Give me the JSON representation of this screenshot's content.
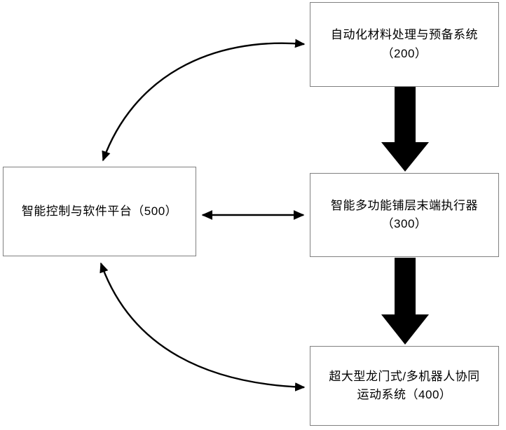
{
  "diagram": {
    "type": "block-flow-diagram",
    "background_color": "#ffffff",
    "box_border_color": "#808080",
    "text_color": "#000000",
    "arrow_color": "#000000",
    "nodes": [
      {
        "id": "200",
        "name": "automated-material-handling-system",
        "label": "自动化材料处理与预备系统\n（200）",
        "ref_number": "200",
        "position": "top-right"
      },
      {
        "id": "300",
        "name": "intelligent-multifunction-layup-end-effector",
        "label": "智能多功能铺层末端执行器\n（300）",
        "ref_number": "300",
        "position": "middle-right"
      },
      {
        "id": "400",
        "name": "gantry-multirobot-motion-system",
        "label": "超大型龙门式/多机器人协同\n运动系统（400）",
        "ref_number": "400",
        "position": "bottom-right"
      },
      {
        "id": "500",
        "name": "intelligent-control-software-platform",
        "label": "智能控制与软件平台（500）",
        "ref_number": "500",
        "position": "middle-left"
      }
    ],
    "connectors": [
      {
        "name": "curve-500-to-200",
        "style": "thin-curved",
        "arrowheads": "both",
        "from": "500",
        "to": "200"
      },
      {
        "name": "curve-500-to-400",
        "style": "thin-curved",
        "arrowheads": "both",
        "from": "500",
        "to": "400"
      },
      {
        "name": "line-500-to-300",
        "style": "thin-straight-horizontal",
        "arrowheads": "both",
        "from": "500",
        "to": "300"
      },
      {
        "name": "block-arrow-200-to-300",
        "style": "thick-block",
        "arrowheads": "down",
        "from": "200",
        "to": "300"
      },
      {
        "name": "block-arrow-300-to-400",
        "style": "thick-block",
        "arrowheads": "down",
        "from": "300",
        "to": "400"
      }
    ]
  }
}
